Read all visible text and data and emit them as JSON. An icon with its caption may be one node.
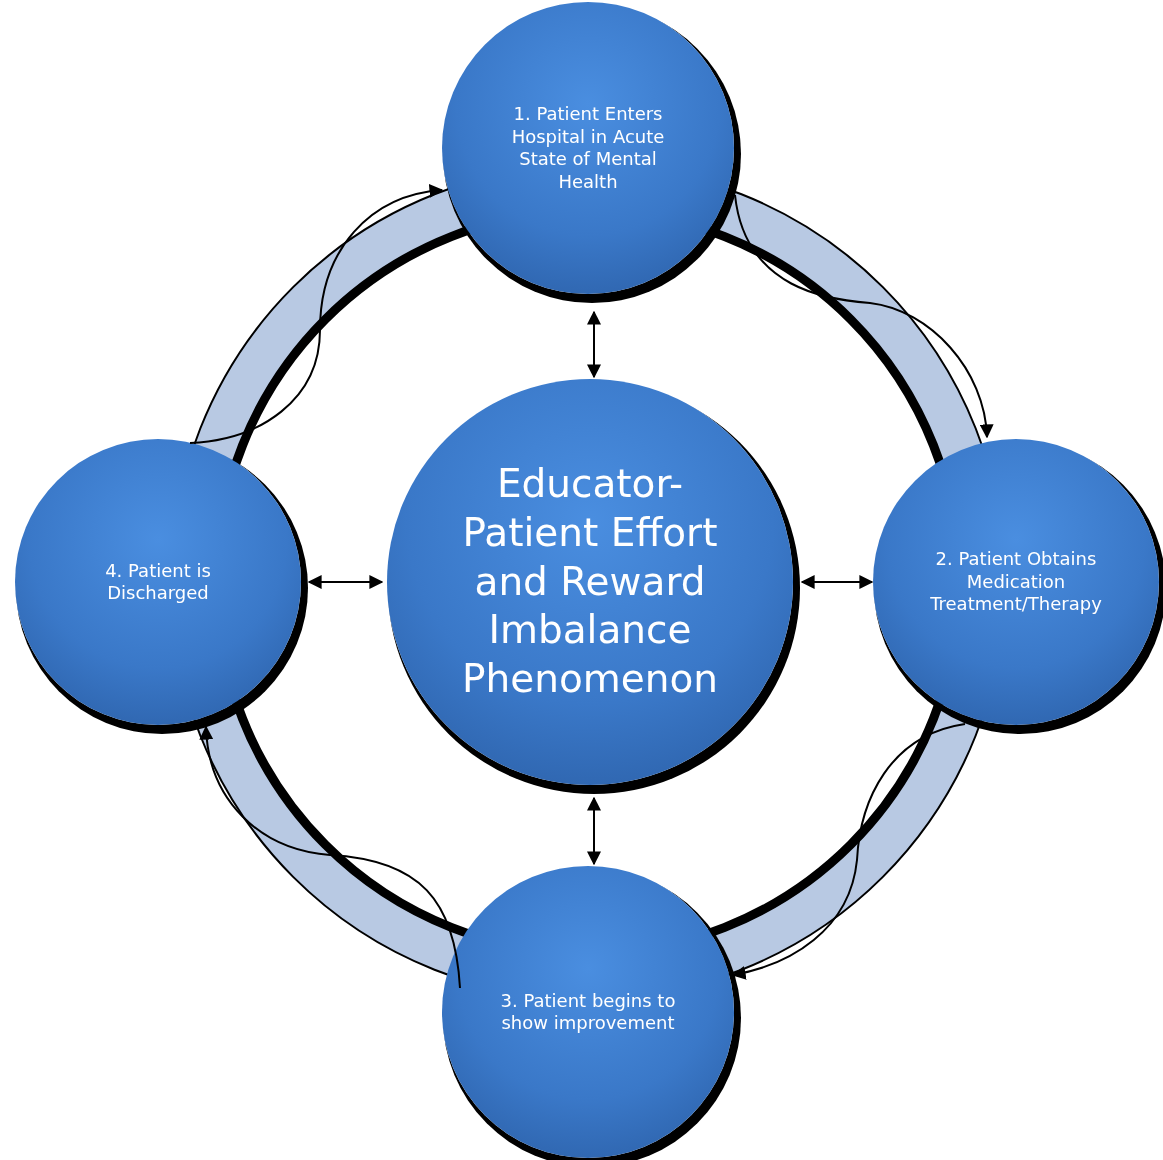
{
  "diagram": {
    "nodes": [
      {
        "text": [
          "Educator-Patient Effort and Reward Imbalance Phenomenon"
        ]
      },
      {
        "text": [
          "1. Patient Enters Hospital in Acute State of Mental Health"
        ]
      },
      {
        "text": [
          "2. Patient Obtains Medication Treatment/Therapy"
        ]
      },
      {
        "text": [
          "3. Patient begins to show improvement"
        ]
      },
      {
        "text": [
          "4. Patient is Discharged"
        ]
      }
    ],
    "edges": [
      {
        "from": 0,
        "to": 1,
        "arrow": "both"
      },
      {
        "from": 0,
        "to": 2,
        "arrow": "both"
      },
      {
        "from": 0,
        "to": 3,
        "arrow": "both"
      },
      {
        "from": 0,
        "to": 4,
        "arrow": "both"
      },
      {
        "from": 1,
        "to": 2,
        "arrow": "to"
      },
      {
        "from": 2,
        "to": 3,
        "arrow": "to"
      },
      {
        "from": 3,
        "to": 4,
        "arrow": "to"
      },
      {
        "from": 4,
        "to": 1,
        "arrow": "to"
      }
    ]
  }
}
